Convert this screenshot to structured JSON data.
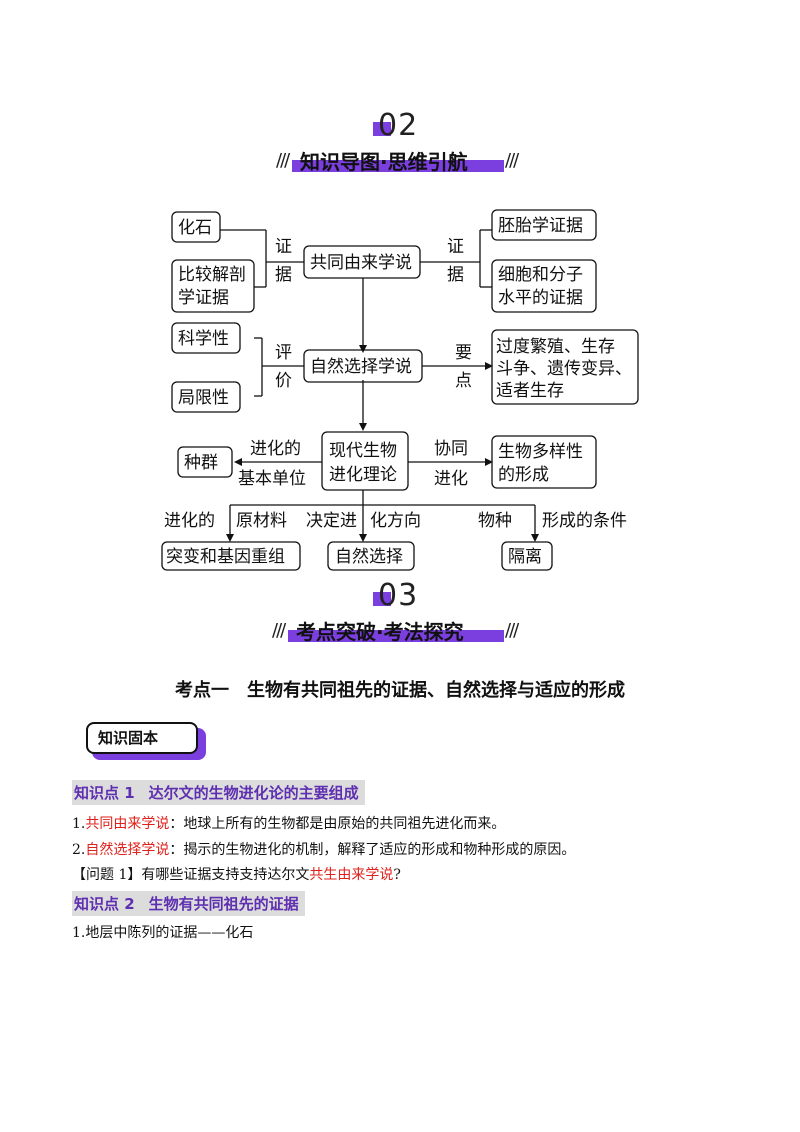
{
  "section2": {
    "number": "02",
    "title": "知识导图·思维引航"
  },
  "mindmap": {
    "left_boxes": [
      "化石",
      "比较解剖",
      "学证据",
      "科学性",
      "局限性",
      "种群"
    ],
    "center_boxes": [
      "共同由来学说",
      "自然选择学说",
      "现代生物",
      "进化理论"
    ],
    "right_boxes": [
      "胚胎学证据",
      "细胞和分子",
      "水平的证据",
      "过度繁殖、生存",
      "斗争、遗传变异、",
      "适者生存",
      "生物多样性",
      "的形成"
    ],
    "bottom_boxes": [
      "突变和基因重组",
      "自然选择",
      "隔离"
    ],
    "labels": {
      "evidence_left": [
        "证",
        "据"
      ],
      "evidence_right": [
        "证",
        "据"
      ],
      "evaluate": [
        "评",
        "价"
      ],
      "key_points": [
        "要",
        "点"
      ],
      "unit": [
        "进化的",
        "基本单位"
      ],
      "coevolution": [
        "协同",
        "进化"
      ],
      "raw_material": [
        "进化的",
        "原材料"
      ],
      "direction": [
        "决定进",
        "化方向"
      ],
      "species": [
        "物种",
        "形成的条件"
      ]
    }
  },
  "section3": {
    "number": "03",
    "title": "考点突破·考法探究"
  },
  "point_title": "考点一　生物有共同祖先的证据、自然选择与适应的形成",
  "badge": "知识固本",
  "kp1": {
    "num": "知识点 1",
    "title": "达尔文的生物进化论的主要组成"
  },
  "p1": {
    "prefix": "1.",
    "term": "共同由来学说",
    "rest": "：地球上所有的生物都是由原始的共同祖先进化而来。"
  },
  "p2": {
    "prefix": "2.",
    "term": "自然选择学说",
    "rest": "：揭示的生物进化的机制，解释了适应的形成和物种形成的原因。"
  },
  "q1": {
    "prefix": "【问题 1】有哪些证据支持支持达尔文",
    "term": "共生由来学说",
    "rest": "?"
  },
  "kp2": {
    "num": "知识点 2",
    "title": "生物有共同祖先的证据"
  },
  "p3": "1.地层中陈列的证据——化石"
}
